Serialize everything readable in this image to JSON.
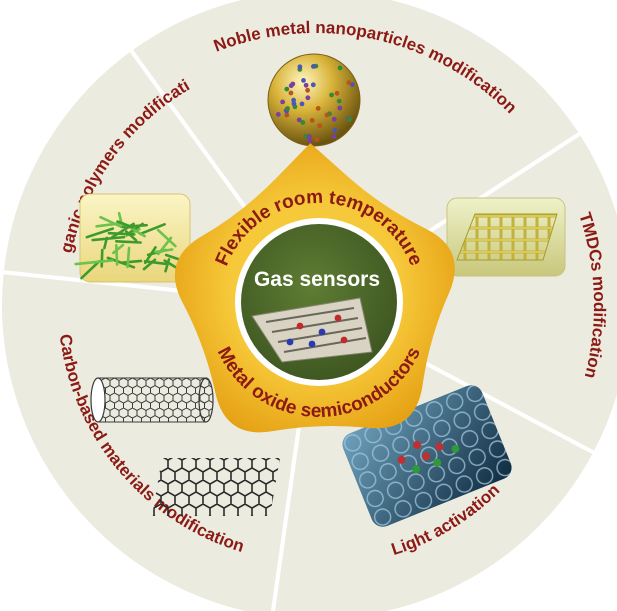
{
  "center": {
    "title": "Gas sensors",
    "ring_top": "Flexible room temperature",
    "ring_bottom": "Metal oxide semiconductors"
  },
  "segments": [
    {
      "id": "noble",
      "label": "Noble metal nanoparticles modification"
    },
    {
      "id": "tmdc",
      "label": "TMDCs modification"
    },
    {
      "id": "light",
      "label": "Light activation"
    },
    {
      "id": "carbon",
      "label": "Carbon-based materials modification"
    },
    {
      "id": "organic",
      "label": "Organic polymers modification"
    }
  ],
  "colors": {
    "label": "#8b1a14",
    "segment_fill": "#ecebe0",
    "divider": "#ffffff",
    "star_gold": "#f0b21c",
    "center_green": "#4e6a2a",
    "center_text": "#ffffff"
  }
}
